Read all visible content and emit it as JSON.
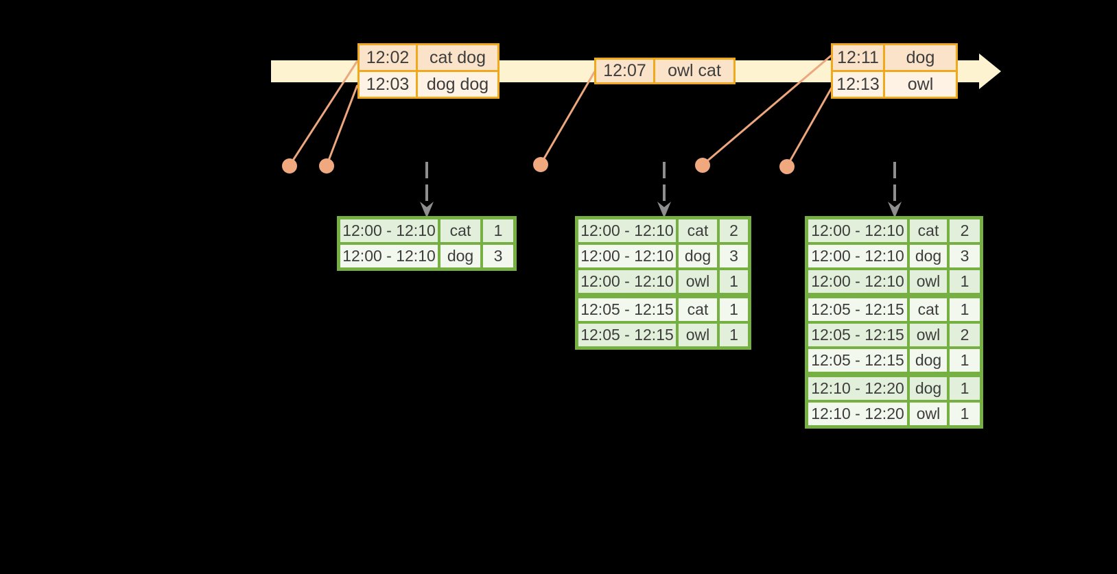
{
  "colors": {
    "background": "#000000",
    "timeline_band": "#fdf3d0",
    "event_table_border": "#f0a81c",
    "event_row_dark": "#fbe3c9",
    "event_row_light": "#fdf2e4",
    "connector_salmon": "#eda77e",
    "dot_salmon": "#f0a87e",
    "trigger_arrow_gray": "#8f8f8f",
    "result_table_border": "#76b043",
    "result_row_green": "#e2efda",
    "result_row_white": "#f3f8ef",
    "text": "#3d3d3d"
  },
  "icons": {
    "timeline_arrow": "right-arrow",
    "trigger_arrow": "dashed-down-arrow"
  },
  "event_tables": [
    {
      "rows": [
        {
          "time": "12:02",
          "words": "cat dog"
        },
        {
          "time": "12:03",
          "words": "dog dog"
        }
      ]
    },
    {
      "rows": [
        {
          "time": "12:07",
          "words": "owl cat"
        }
      ]
    },
    {
      "rows": [
        {
          "time": "12:11",
          "words": "dog"
        },
        {
          "time": "12:13",
          "words": "owl"
        }
      ]
    }
  ],
  "result_tables": [
    {
      "rows": [
        {
          "window": "12:00 - 12:10",
          "word": "cat",
          "count": "1"
        },
        {
          "window": "12:00 - 12:10",
          "word": "dog",
          "count": "3"
        }
      ]
    },
    {
      "rows": [
        {
          "window": "12:00 - 12:10",
          "word": "cat",
          "count": "2"
        },
        {
          "window": "12:00 - 12:10",
          "word": "dog",
          "count": "3"
        },
        {
          "window": "12:00 - 12:10",
          "word": "owl",
          "count": "1"
        },
        {
          "window": "12:05 - 12:15",
          "word": "cat",
          "count": "1"
        },
        {
          "window": "12:05 - 12:15",
          "word": "owl",
          "count": "1"
        }
      ]
    },
    {
      "rows": [
        {
          "window": "12:00 - 12:10",
          "word": "cat",
          "count": "2"
        },
        {
          "window": "12:00 - 12:10",
          "word": "dog",
          "count": "3"
        },
        {
          "window": "12:00 - 12:10",
          "word": "owl",
          "count": "1"
        },
        {
          "window": "12:05 - 12:15",
          "word": "cat",
          "count": "1"
        },
        {
          "window": "12:05 - 12:15",
          "word": "owl",
          "count": "2"
        },
        {
          "window": "12:05 - 12:15",
          "word": "dog",
          "count": "1"
        },
        {
          "window": "12:10 - 12:20",
          "word": "dog",
          "count": "1"
        },
        {
          "window": "12:10 - 12:20",
          "word": "owl",
          "count": "1"
        }
      ]
    }
  ]
}
